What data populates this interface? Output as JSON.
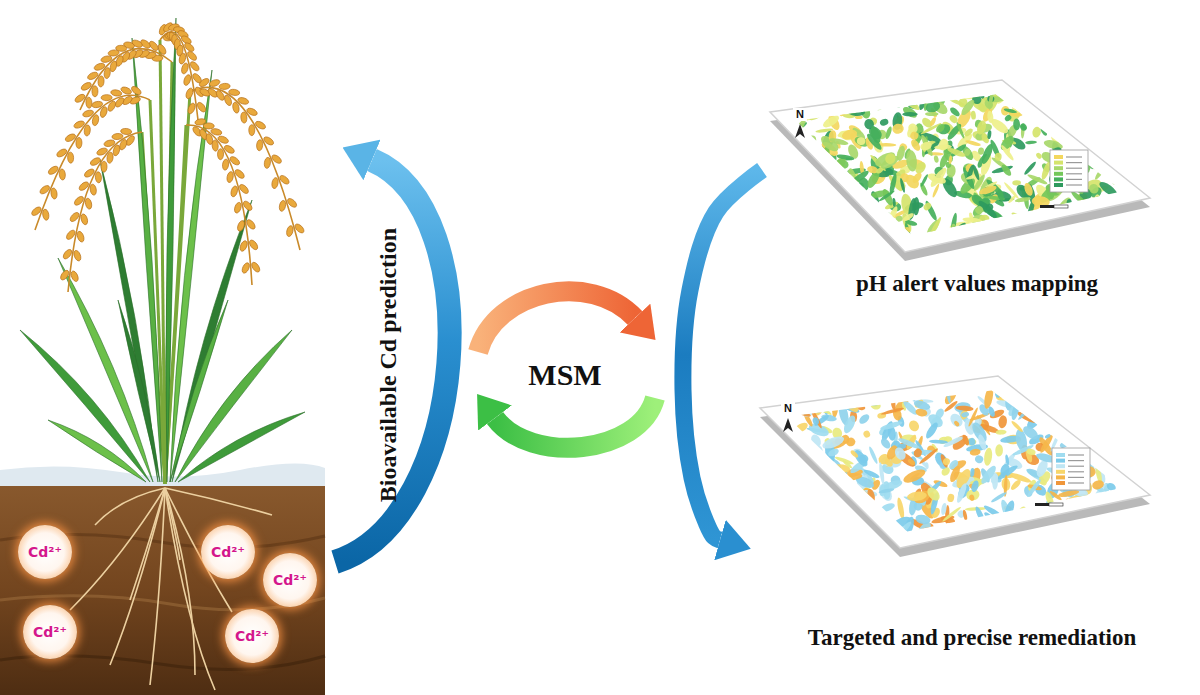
{
  "diagram": {
    "nodes": [
      {
        "text": [
          "Cd²⁺"
        ]
      },
      {
        "text": [
          "Cd²⁺"
        ]
      },
      {
        "text": [
          "Cd²⁺"
        ]
      },
      {
        "text": [
          "Cd²⁺"
        ]
      },
      {
        "text": [
          "Cd²⁺"
        ]
      },
      {
        "text": [
          "pH alert values mapping"
        ]
      },
      {
        "text": [
          "Targeted and precise remediation"
        ]
      }
    ],
    "edges": [
      {
        "from": 5,
        "to": 6,
        "arrow": "to"
      }
    ],
    "labels": [
      "Bioavailable Cd prediction",
      "MSM",
      "N",
      "N"
    ]
  }
}
